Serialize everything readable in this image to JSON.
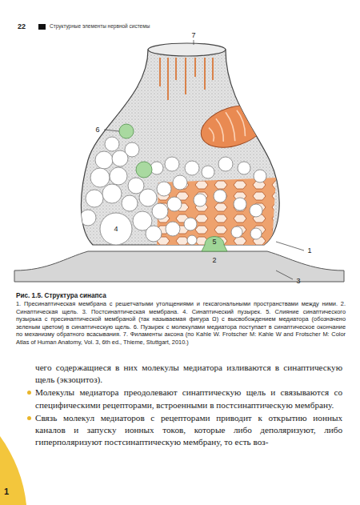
{
  "diagram": {
    "caption": "Рис. 1.5. Структура синапса",
    "labels": [
      "22",
      "Структурные элементы нервной системы",
      "7",
      "6",
      "4",
      "5",
      "2",
      "1",
      "3",
      "1. Пресинаптическая мембрана с решетчатыми утолщениями и гексагональными пространствами между ними. 2. Синаптическая щель. 3. Постсинаптическая мембрана. 4. Синаптический пузырек. 5. Слияние синаптического пузырька с пресинаптической мембраной (так называемая фигура Ω) с высвобождением медиатора (обозначено зеленым цветом) в синаптическую щель. 6. Пузырек с молекулами медиатора поступает в синаптическое окончание по механизму обратного всасывания. 7. Филаменты аксона (по Kahle W. Frotscher M: Kahle W and Frotscher M: Color Atlas of Human Anatomy, Vol. 3, 6th ed., Thieme, Stuttgart, 2010.)",
      "чего содержащиеся в них молекулы медиатора изливаются в синаптическую щель (экзоцитоз).",
      "Молекулы медиатора преодолевают синаптическую щель и связываются со специфическими рецепторами, встроенными в постсинаптическую мембрану.",
      "Связь молекул медиаторов с рецепторами приводит к открытию ионных каналов и запуску ионных токов, которые либо деполяризуют, либо гиперполяризуют постсинаптическую мембрану, то есть воз-",
      "1"
    ]
  }
}
